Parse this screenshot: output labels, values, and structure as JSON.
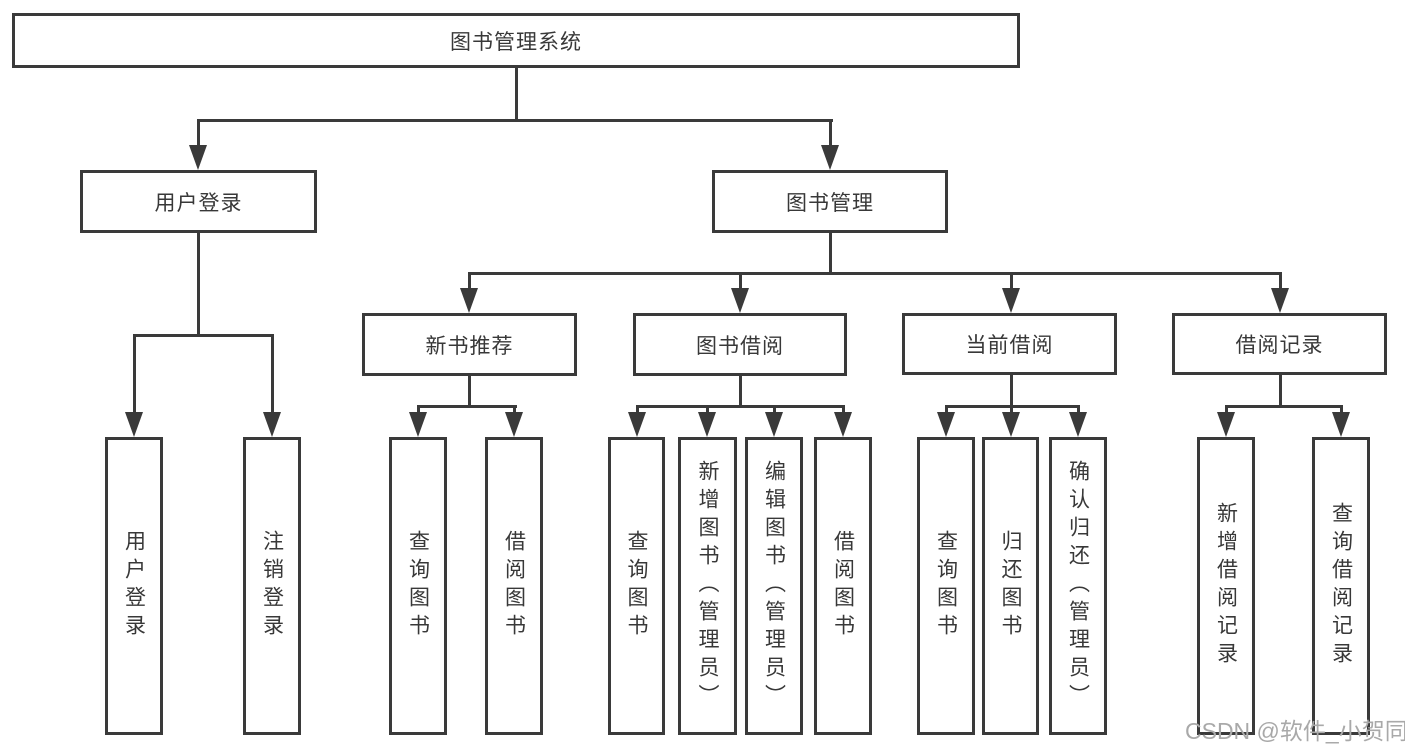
{
  "colors": {
    "line": "#3a3a3a",
    "text": "#383838",
    "watermark": "#a9a9a9",
    "background": "#ffffff"
  },
  "watermark": "CSDN @软件_小贺同学",
  "tree": {
    "root": {
      "label": "图书管理系统",
      "children": [
        {
          "label": "用户登录",
          "children": [
            {
              "label": "用户登录"
            },
            {
              "label": "注销登录"
            }
          ]
        },
        {
          "label": "图书管理",
          "children": [
            {
              "label": "新书推荐",
              "children": [
                {
                  "label": "查询图书"
                },
                {
                  "label": "借阅图书"
                }
              ]
            },
            {
              "label": "图书借阅",
              "children": [
                {
                  "label": "查询图书"
                },
                {
                  "label": "新增图书（管理员）"
                },
                {
                  "label": "编辑图书（管理员）"
                },
                {
                  "label": "借阅图书"
                }
              ]
            },
            {
              "label": "当前借阅",
              "children": [
                {
                  "label": "查询图书"
                },
                {
                  "label": "归还图书"
                },
                {
                  "label": "确认归还（管理员）"
                }
              ]
            },
            {
              "label": "借阅记录",
              "children": [
                {
                  "label": "新增借阅记录"
                },
                {
                  "label": "查询借阅记录"
                }
              ]
            }
          ]
        }
      ]
    }
  }
}
